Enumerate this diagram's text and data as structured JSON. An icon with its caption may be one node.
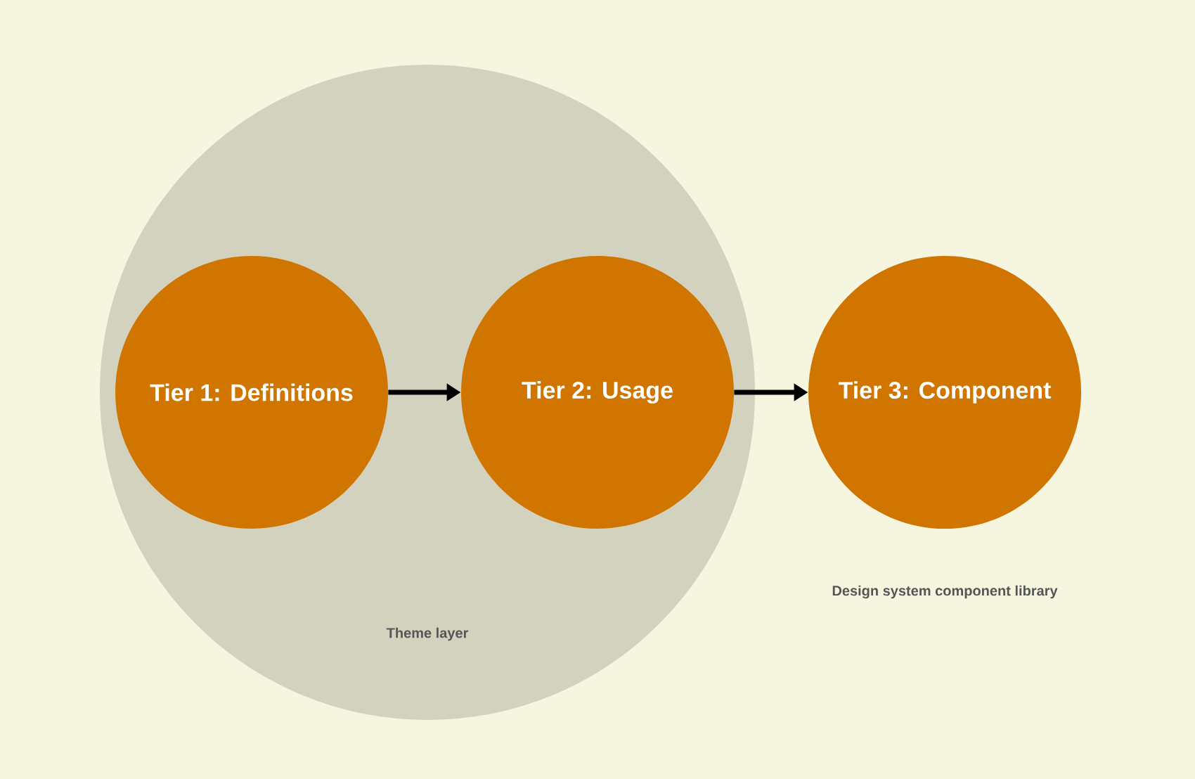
{
  "diagram": {
    "nodes": [
      {
        "text": [
          "Theme layer"
        ]
      },
      {
        "text": [
          "Tier 1: Definitions"
        ],
        "in": 0
      },
      {
        "text": [
          "Tier 2: Usage"
        ],
        "in": 0
      },
      {
        "text": [
          "Tier 3: Component"
        ]
      }
    ],
    "edges": [
      {
        "from": 1,
        "to": 2,
        "arrow": "to"
      },
      {
        "from": 2,
        "to": 3,
        "arrow": "to"
      }
    ],
    "labels": [
      "Design system component library"
    ]
  }
}
